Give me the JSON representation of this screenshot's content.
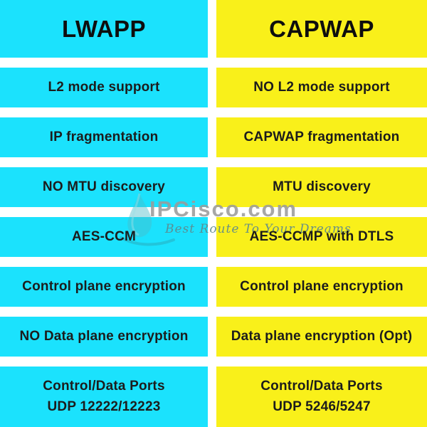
{
  "chart_data": {
    "type": "table",
    "title": "LWAPP vs CAPWAP comparison",
    "columns": [
      "LWAPP",
      "CAPWAP"
    ],
    "rows": [
      [
        "L2 mode support",
        "NO L2 mode support"
      ],
      [
        "IP fragmentation",
        "CAPWAP fragmentation"
      ],
      [
        "NO MTU discovery",
        "MTU discovery"
      ],
      [
        "AES-CCM",
        "AES-CCMP with DTLS"
      ],
      [
        "Control plane encryption",
        "Control plane encryption"
      ],
      [
        "NO Data plane encryption",
        "Data plane encryption (Opt)"
      ],
      [
        "Control/Data Ports UDP 12222/12223",
        "Control/Data Ports UDP 5246/5247"
      ]
    ],
    "layout_hints": {
      "lwapp_column_color": "#1BE2FD",
      "capwap_column_color": "#F9F01A",
      "gap_color": "#FFFFFF",
      "text_color": "#1C1C1C"
    }
  },
  "ui": {
    "header": {
      "lwapp": "LWAPP",
      "capwap": "CAPWAP"
    },
    "rows": [
      {
        "lwapp": "L2 mode support",
        "capwap": "NO L2 mode support"
      },
      {
        "lwapp": "IP fragmentation",
        "capwap": "CAPWAP fragmentation"
      },
      {
        "lwapp": "NO MTU discovery",
        "capwap": "MTU discovery"
      },
      {
        "lwapp": "AES-CCM",
        "capwap": "AES-CCMP with DTLS"
      },
      {
        "lwapp": "Control plane encryption",
        "capwap": "Control plane encryption"
      },
      {
        "lwapp": "NO Data plane encryption",
        "capwap": "Data plane encryption (Opt)"
      },
      {
        "lwapp": "Control/Data Ports\nUDP 12222/12223",
        "capwap": "Control/Data Ports\nUDP 5246/5247"
      }
    ]
  },
  "watermark": {
    "brand": "IPCisco.com",
    "tagline": "Best Route To Your Dreams",
    "logo_icon": "water-drop-icon",
    "brand_color": "#9B9B9B",
    "tagline_color": "#5E8A8E",
    "logo_color": "#2AA7B8"
  }
}
